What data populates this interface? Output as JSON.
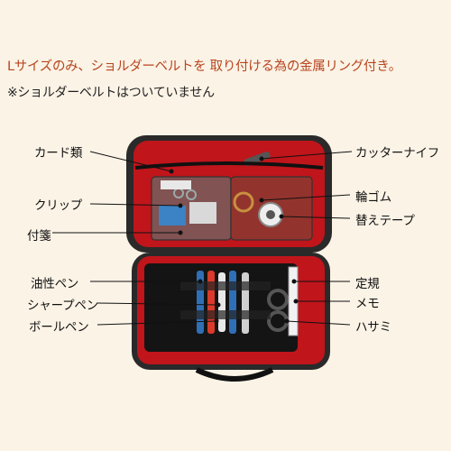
{
  "header": {
    "headline": "Lサイズのみ、ショルダーベルトを 取り付ける為の金属リング付き。",
    "note": "※ショルダーベルトはついていません"
  },
  "labels": {
    "left": {
      "card": "カード類",
      "clip": "クリップ",
      "sticky": "付箋",
      "marker": "油性ペン",
      "mechanical_pencil": "シャープペン",
      "ballpoint": "ボールペン"
    },
    "right": {
      "cutter": "カッターナイフ",
      "rubber_band": "輪ゴム",
      "refill_tape": "替えテープ",
      "ruler": "定規",
      "memo": "メモ",
      "scissors": "ハサミ"
    }
  },
  "colors": {
    "headline": "#b8451f",
    "case_body": "#1e1e1e",
    "case_lining": "#c0151b",
    "background": "#fbf3e6"
  }
}
